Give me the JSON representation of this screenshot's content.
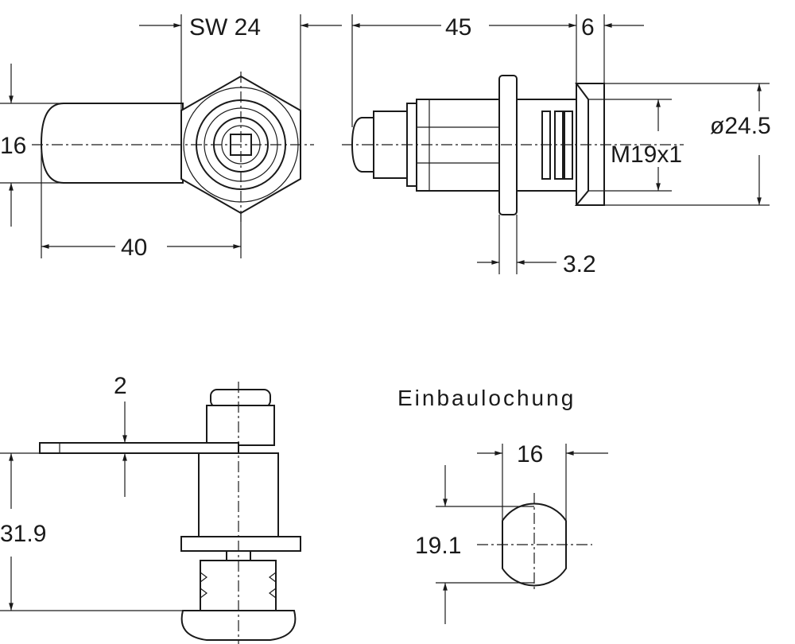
{
  "front_view": {
    "across_flats": "SW 24",
    "cam_width": "16",
    "cam_length": "40"
  },
  "side_view": {
    "length": "45",
    "flange_thickness": "6",
    "flange_diameter": "ø24.5",
    "thread": "M19x1",
    "nut_thickness": "3.2"
  },
  "mounted_view": {
    "cam_thickness": "2",
    "cam_height": "31.9"
  },
  "mounting_hole": {
    "title": "Einbaulochung",
    "width": "16",
    "height": "19.1"
  }
}
